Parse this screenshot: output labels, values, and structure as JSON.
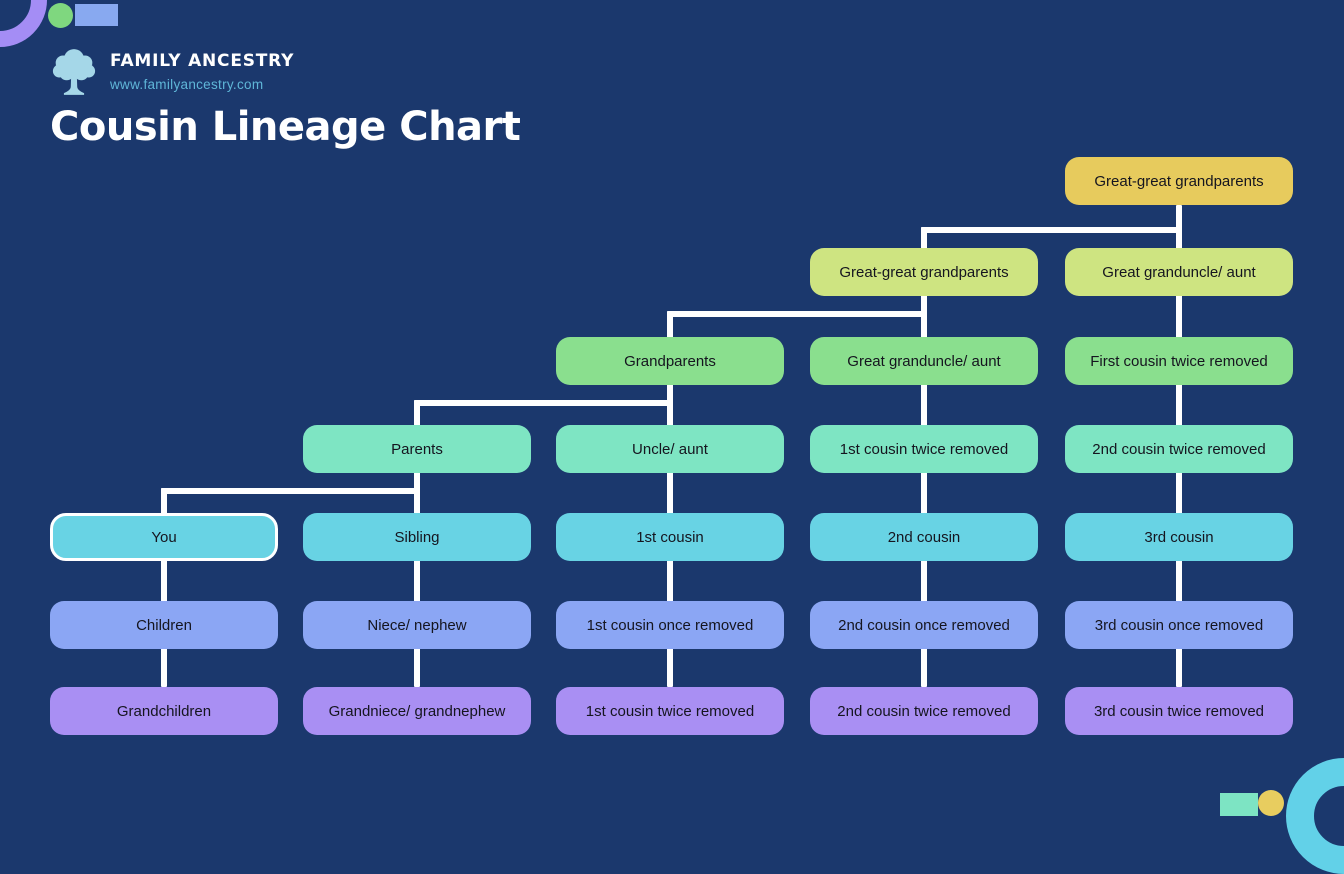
{
  "header": {
    "brand": "FAMILY ANCESTRY",
    "website": "www.familyancestry.com",
    "title": "Cousin Lineage Chart",
    "logo_icon": "tree-icon"
  },
  "palette": {
    "background": "#1b386d",
    "connector": "#ffffff",
    "node_text": "#15151f",
    "title_text": "#ffffff",
    "website_text": "#5fb6d8",
    "logo_tree": "#a5d7e8",
    "generation_colors": {
      "g1": "#e7cb5d",
      "g2": "#cee481",
      "g3": "#8adf8e",
      "g4": "#7ee5c3",
      "g5": "#68d3e4",
      "g6": "#8ba6f4",
      "g7": "#a98ff3"
    },
    "decor": {
      "arc_top_left": "#a48df5",
      "dot_top": "#7fd77f",
      "rect_top": "#88a9f0",
      "rect_bottom": "#7de4c3",
      "dot_bottom": "#e8cd5f",
      "arc_bottom_right": "#62d1e8"
    }
  },
  "tree": {
    "rows": 7,
    "columns": 5,
    "highlighted_node": "You",
    "nodes": [
      {
        "id": "r1c5-great-great-grandparents",
        "label": "Great-great grandparents",
        "row": 1,
        "col": 5,
        "gen": "g1",
        "highlight": false
      },
      {
        "id": "r2c4-great-great-grandparents",
        "label": "Great-great grandparents",
        "row": 2,
        "col": 4,
        "gen": "g2",
        "highlight": false
      },
      {
        "id": "r2c5-great-granduncle-aunt",
        "label": "Great granduncle/ aunt",
        "row": 2,
        "col": 5,
        "gen": "g2",
        "highlight": false
      },
      {
        "id": "r3c3-grandparents",
        "label": "Grandparents",
        "row": 3,
        "col": 3,
        "gen": "g3",
        "highlight": false
      },
      {
        "id": "r3c4-great-granduncle-aunt",
        "label": "Great granduncle/ aunt",
        "row": 3,
        "col": 4,
        "gen": "g3",
        "highlight": false
      },
      {
        "id": "r3c5-first-cousin-twice-removed",
        "label": "First cousin twice removed",
        "row": 3,
        "col": 5,
        "gen": "g3",
        "highlight": false
      },
      {
        "id": "r4c2-parents",
        "label": "Parents",
        "row": 4,
        "col": 2,
        "gen": "g4",
        "highlight": false
      },
      {
        "id": "r4c3-uncle-aunt",
        "label": "Uncle/ aunt",
        "row": 4,
        "col": 3,
        "gen": "g4",
        "highlight": false
      },
      {
        "id": "r4c4-1st-cousin-twice-removed",
        "label": "1st cousin twice removed",
        "row": 4,
        "col": 4,
        "gen": "g4",
        "highlight": false
      },
      {
        "id": "r4c5-2nd-cousin-twice-removed",
        "label": "2nd cousin twice removed",
        "row": 4,
        "col": 5,
        "gen": "g4",
        "highlight": false
      },
      {
        "id": "r5c1-you",
        "label": "You",
        "row": 5,
        "col": 1,
        "gen": "g5",
        "highlight": true
      },
      {
        "id": "r5c2-sibling",
        "label": "Sibling",
        "row": 5,
        "col": 2,
        "gen": "g5",
        "highlight": false
      },
      {
        "id": "r5c3-1st-cousin",
        "label": "1st cousin",
        "row": 5,
        "col": 3,
        "gen": "g5",
        "highlight": false
      },
      {
        "id": "r5c4-2nd-cousin",
        "label": "2nd cousin",
        "row": 5,
        "col": 4,
        "gen": "g5",
        "highlight": false
      },
      {
        "id": "r5c5-3rd-cousin",
        "label": "3rd cousin",
        "row": 5,
        "col": 5,
        "gen": "g5",
        "highlight": false
      },
      {
        "id": "r6c1-children",
        "label": "Children",
        "row": 6,
        "col": 1,
        "gen": "g6",
        "highlight": false
      },
      {
        "id": "r6c2-niece-nephew",
        "label": "Niece/ nephew",
        "row": 6,
        "col": 2,
        "gen": "g6",
        "highlight": false
      },
      {
        "id": "r6c3-1st-cousin-once-removed",
        "label": "1st cousin once removed",
        "row": 6,
        "col": 3,
        "gen": "g6",
        "highlight": false
      },
      {
        "id": "r6c4-2nd-cousin-once-removed",
        "label": "2nd cousin once removed",
        "row": 6,
        "col": 4,
        "gen": "g6",
        "highlight": false
      },
      {
        "id": "r6c5-3rd-cousin-once-removed",
        "label": "3rd cousin once removed",
        "row": 6,
        "col": 5,
        "gen": "g6",
        "highlight": false
      },
      {
        "id": "r7c1-grandchildren",
        "label": "Grandchildren",
        "row": 7,
        "col": 1,
        "gen": "g7",
        "highlight": false
      },
      {
        "id": "r7c2-grandniece-grandnephew",
        "label": "Grandniece/ grandnephew",
        "row": 7,
        "col": 2,
        "gen": "g7",
        "highlight": false
      },
      {
        "id": "r7c3-1st-cousin-twice-removed",
        "label": "1st cousin twice removed",
        "row": 7,
        "col": 3,
        "gen": "g7",
        "highlight": false
      },
      {
        "id": "r7c4-2nd-cousin-twice-removed",
        "label": "2nd cousin twice removed",
        "row": 7,
        "col": 4,
        "gen": "g7",
        "highlight": false
      },
      {
        "id": "r7c5-3rd-cousin-twice-removed",
        "label": "3rd cousin twice removed",
        "row": 7,
        "col": 5,
        "gen": "g7",
        "highlight": false
      }
    ]
  }
}
